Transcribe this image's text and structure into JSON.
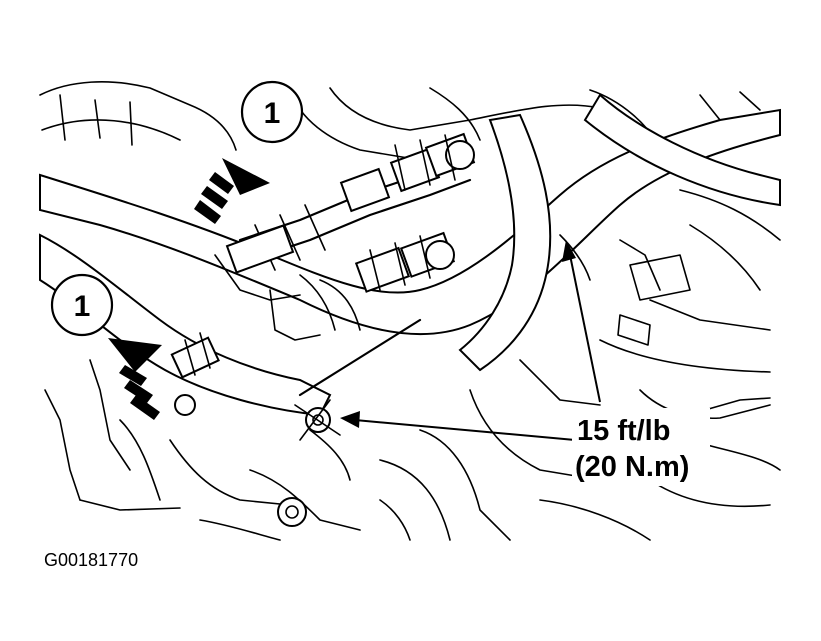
{
  "callouts": [
    {
      "number": "1"
    },
    {
      "number": "1"
    }
  ],
  "torque": {
    "line1": "15 ft/lb",
    "line2": "(20 N.m)"
  },
  "figure_id": "G00181770",
  "colors": {
    "ink": "#000000",
    "paper": "#ffffff"
  }
}
